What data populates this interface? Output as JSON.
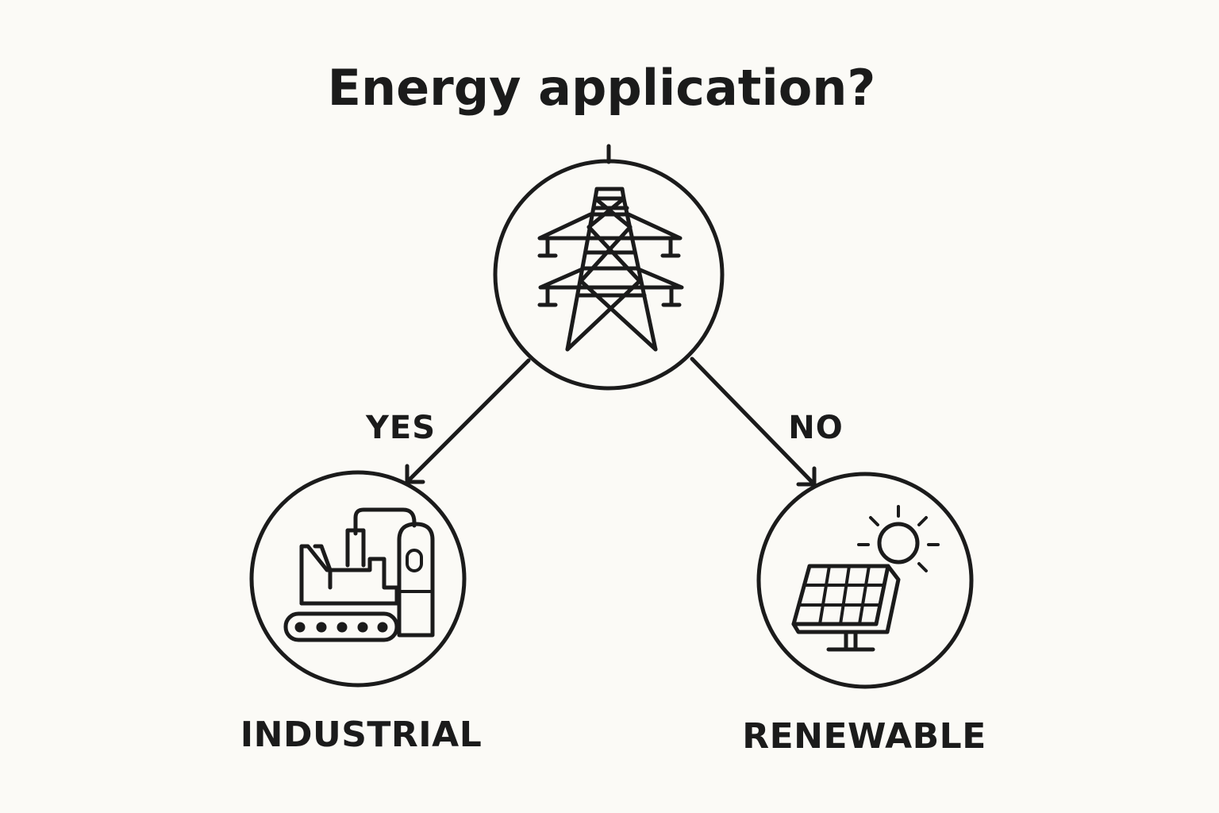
{
  "diagram": {
    "title": "Energy application?",
    "root": {
      "icon": "power-tower-icon"
    },
    "branches": [
      {
        "edge_label": "YES",
        "node_label": "INDUSTRIAL",
        "icon": "factory-icon"
      },
      {
        "edge_label": "NO",
        "node_label": "RENEWABLE",
        "icon": "solar-panel-icon"
      }
    ],
    "colors": {
      "background": "#fbfaf6",
      "ink": "#1b1b1b"
    }
  }
}
